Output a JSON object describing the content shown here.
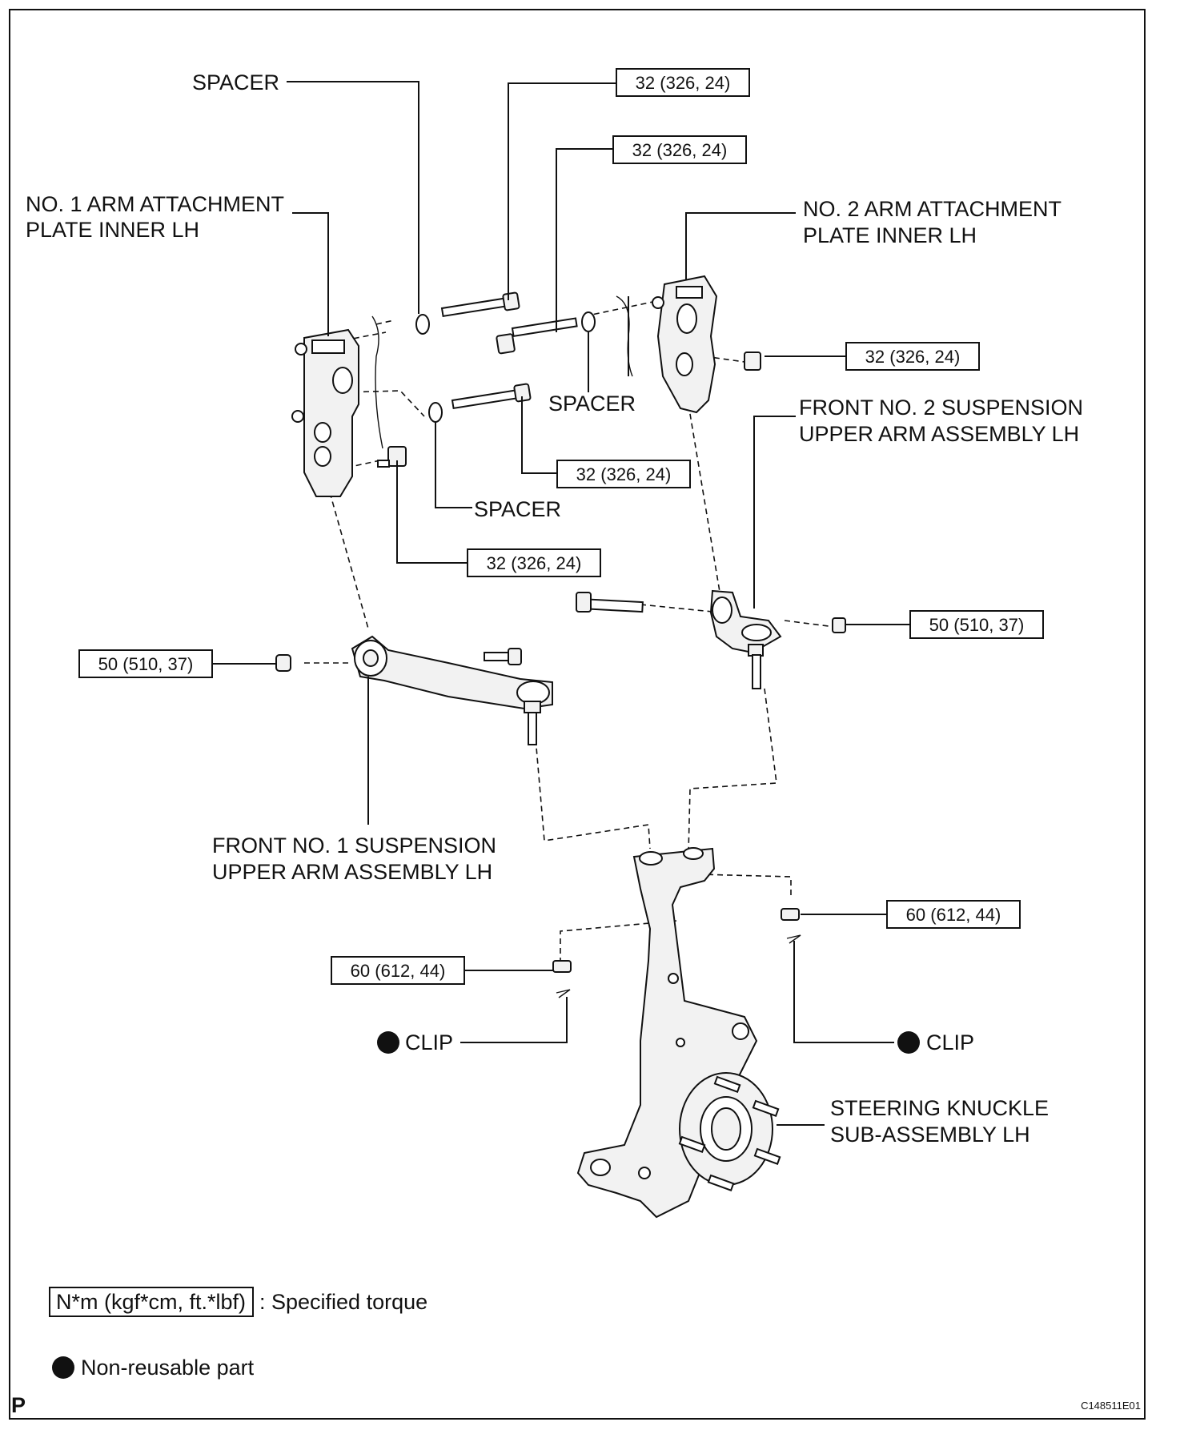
{
  "labels": {
    "spacer_top": "SPACER",
    "spacer_mid": "SPACER",
    "spacer_low": "SPACER",
    "arm_plate_1_line1": "NO. 1 ARM ATTACHMENT",
    "arm_plate_1_line2": "PLATE INNER LH",
    "arm_plate_2_line1": "NO. 2 ARM ATTACHMENT",
    "arm_plate_2_line2": "PLATE INNER LH",
    "upper_arm_2_line1": "FRONT NO. 2 SUSPENSION",
    "upper_arm_2_line2": "UPPER ARM ASSEMBLY LH",
    "upper_arm_1_line1": "FRONT NO. 1 SUSPENSION",
    "upper_arm_1_line2": "UPPER ARM ASSEMBLY LH",
    "clip_left": "CLIP",
    "clip_right": "CLIP",
    "knuckle_line1": "STEERING KNUCKLE",
    "knuckle_line2": "SUB-ASSEMBLY LH"
  },
  "torques": {
    "t1": "32 (326, 24)",
    "t2": "32 (326, 24)",
    "t3": "32 (326, 24)",
    "t4": "32 (326, 24)",
    "t5": "32 (326, 24)",
    "t6": "50 (510, 37)",
    "t7": "50 (510, 37)",
    "t8": "60 (612, 44)",
    "t9": "60 (612, 44)"
  },
  "legend": {
    "torque_unit": "N*m (kgf*cm, ft.*lbf)",
    "torque_desc": ": Specified torque",
    "nonreusable": "Non-reusable part"
  },
  "footer": {
    "corner": "P",
    "code": "C148511E01"
  }
}
